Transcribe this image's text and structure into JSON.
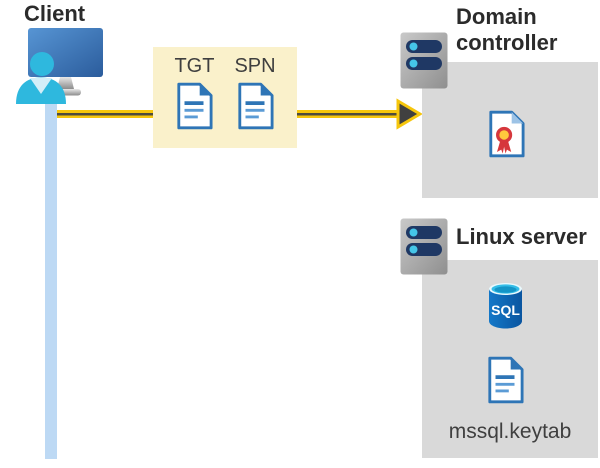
{
  "diagram": {
    "client": {
      "title": "Client"
    },
    "ticket_box": {
      "tgt_label": "TGT",
      "spn_label": "SPN"
    },
    "domain_controller": {
      "title": "Domain controller"
    },
    "linux_server": {
      "title": "Linux server",
      "sql_label": "SQL",
      "keytab_label": "mssql.keytab"
    }
  },
  "icons": {
    "client": "person-at-monitor-icon",
    "tgt": "document-icon",
    "spn": "document-icon",
    "arrow": "yellow-request-arrow",
    "domain_controller": "server-icon",
    "certificate": "certificate-icon",
    "linux_server": "server-icon",
    "database": "sql-database-icon",
    "keytab": "document-icon"
  },
  "colors": {
    "highlight_yellow_bg": "#FAF1CB",
    "panel_gray": "#D9D9D9",
    "arrow_yellow": "#F6C60C",
    "arrow_dark": "#4D4B3D",
    "doc_blue": "#2E75B6",
    "client_line_blue": "#BDD9F4",
    "person_cyan": "#2EB8DE",
    "sql_top_cyan": "#35BEE8",
    "sql_body_blue": "#0F6CBD",
    "cert_red": "#D6373C",
    "cert_gold": "#FFC83D",
    "server_bar_navy": "#1F3864",
    "server_dot_cyan": "#45C6E8",
    "title_text": "#2B2B2B",
    "label_text": "#3F3F3F"
  }
}
